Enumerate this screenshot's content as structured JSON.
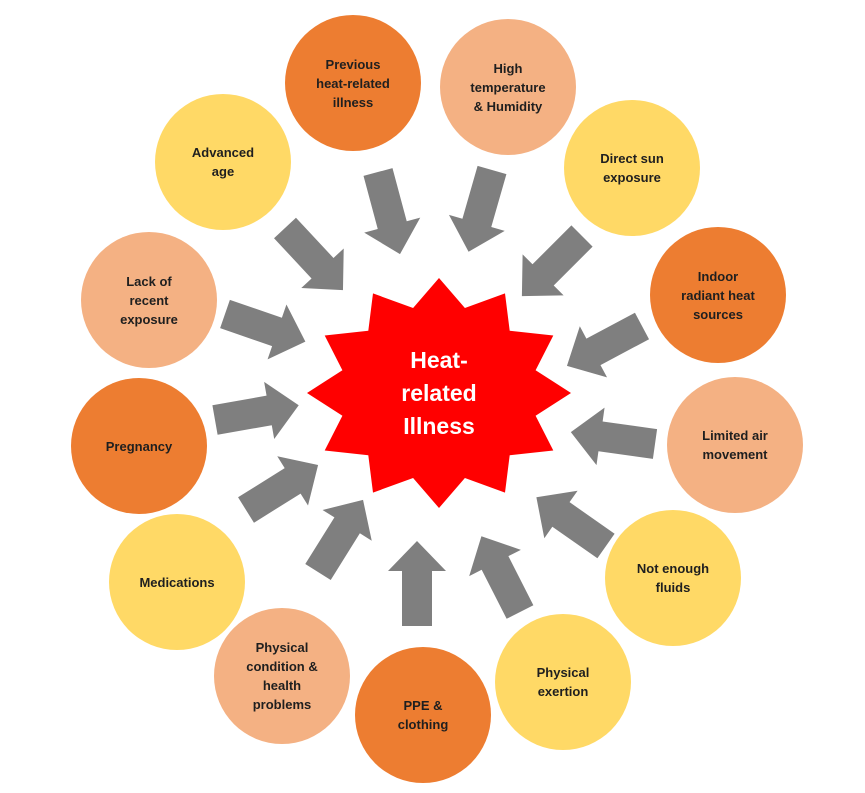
{
  "colors": {
    "dark_orange": "#ED7D31",
    "salmon": "#F4B183",
    "yellow": "#FFD966",
    "arrow_gray": "#7F7F7F",
    "center_red": "#FF0000",
    "center_text": "#FFFFFF",
    "factor_text": "#1F1F1F"
  },
  "center": {
    "label": "Heat-\nrelated\nIllness"
  },
  "factors": [
    {
      "label": "Previous\nheat-related\nillness",
      "color": "#ED7D31"
    },
    {
      "label": "High\ntemperature\n& Humidity",
      "color": "#F4B183"
    },
    {
      "label": "Direct sun\nexposure",
      "color": "#FFD966"
    },
    {
      "label": "Indoor\nradiant heat\nsources",
      "color": "#ED7D31"
    },
    {
      "label": "Limited air\nmovement",
      "color": "#F4B183"
    },
    {
      "label": "Not enough\nfluids",
      "color": "#FFD966"
    },
    {
      "label": "Physical\nexertion",
      "color": "#FFD966"
    },
    {
      "label": "PPE &\nclothing",
      "color": "#ED7D31"
    },
    {
      "label": "Physical\ncondition &\nhealth\nproblems",
      "color": "#F4B183"
    },
    {
      "label": "Medications",
      "color": "#FFD966"
    },
    {
      "label": "Pregnancy",
      "color": "#ED7D31"
    },
    {
      "label": "Lack of\nrecent\nexposure",
      "color": "#F4B183"
    },
    {
      "label": "Advanced\nage",
      "color": "#FFD966"
    }
  ]
}
